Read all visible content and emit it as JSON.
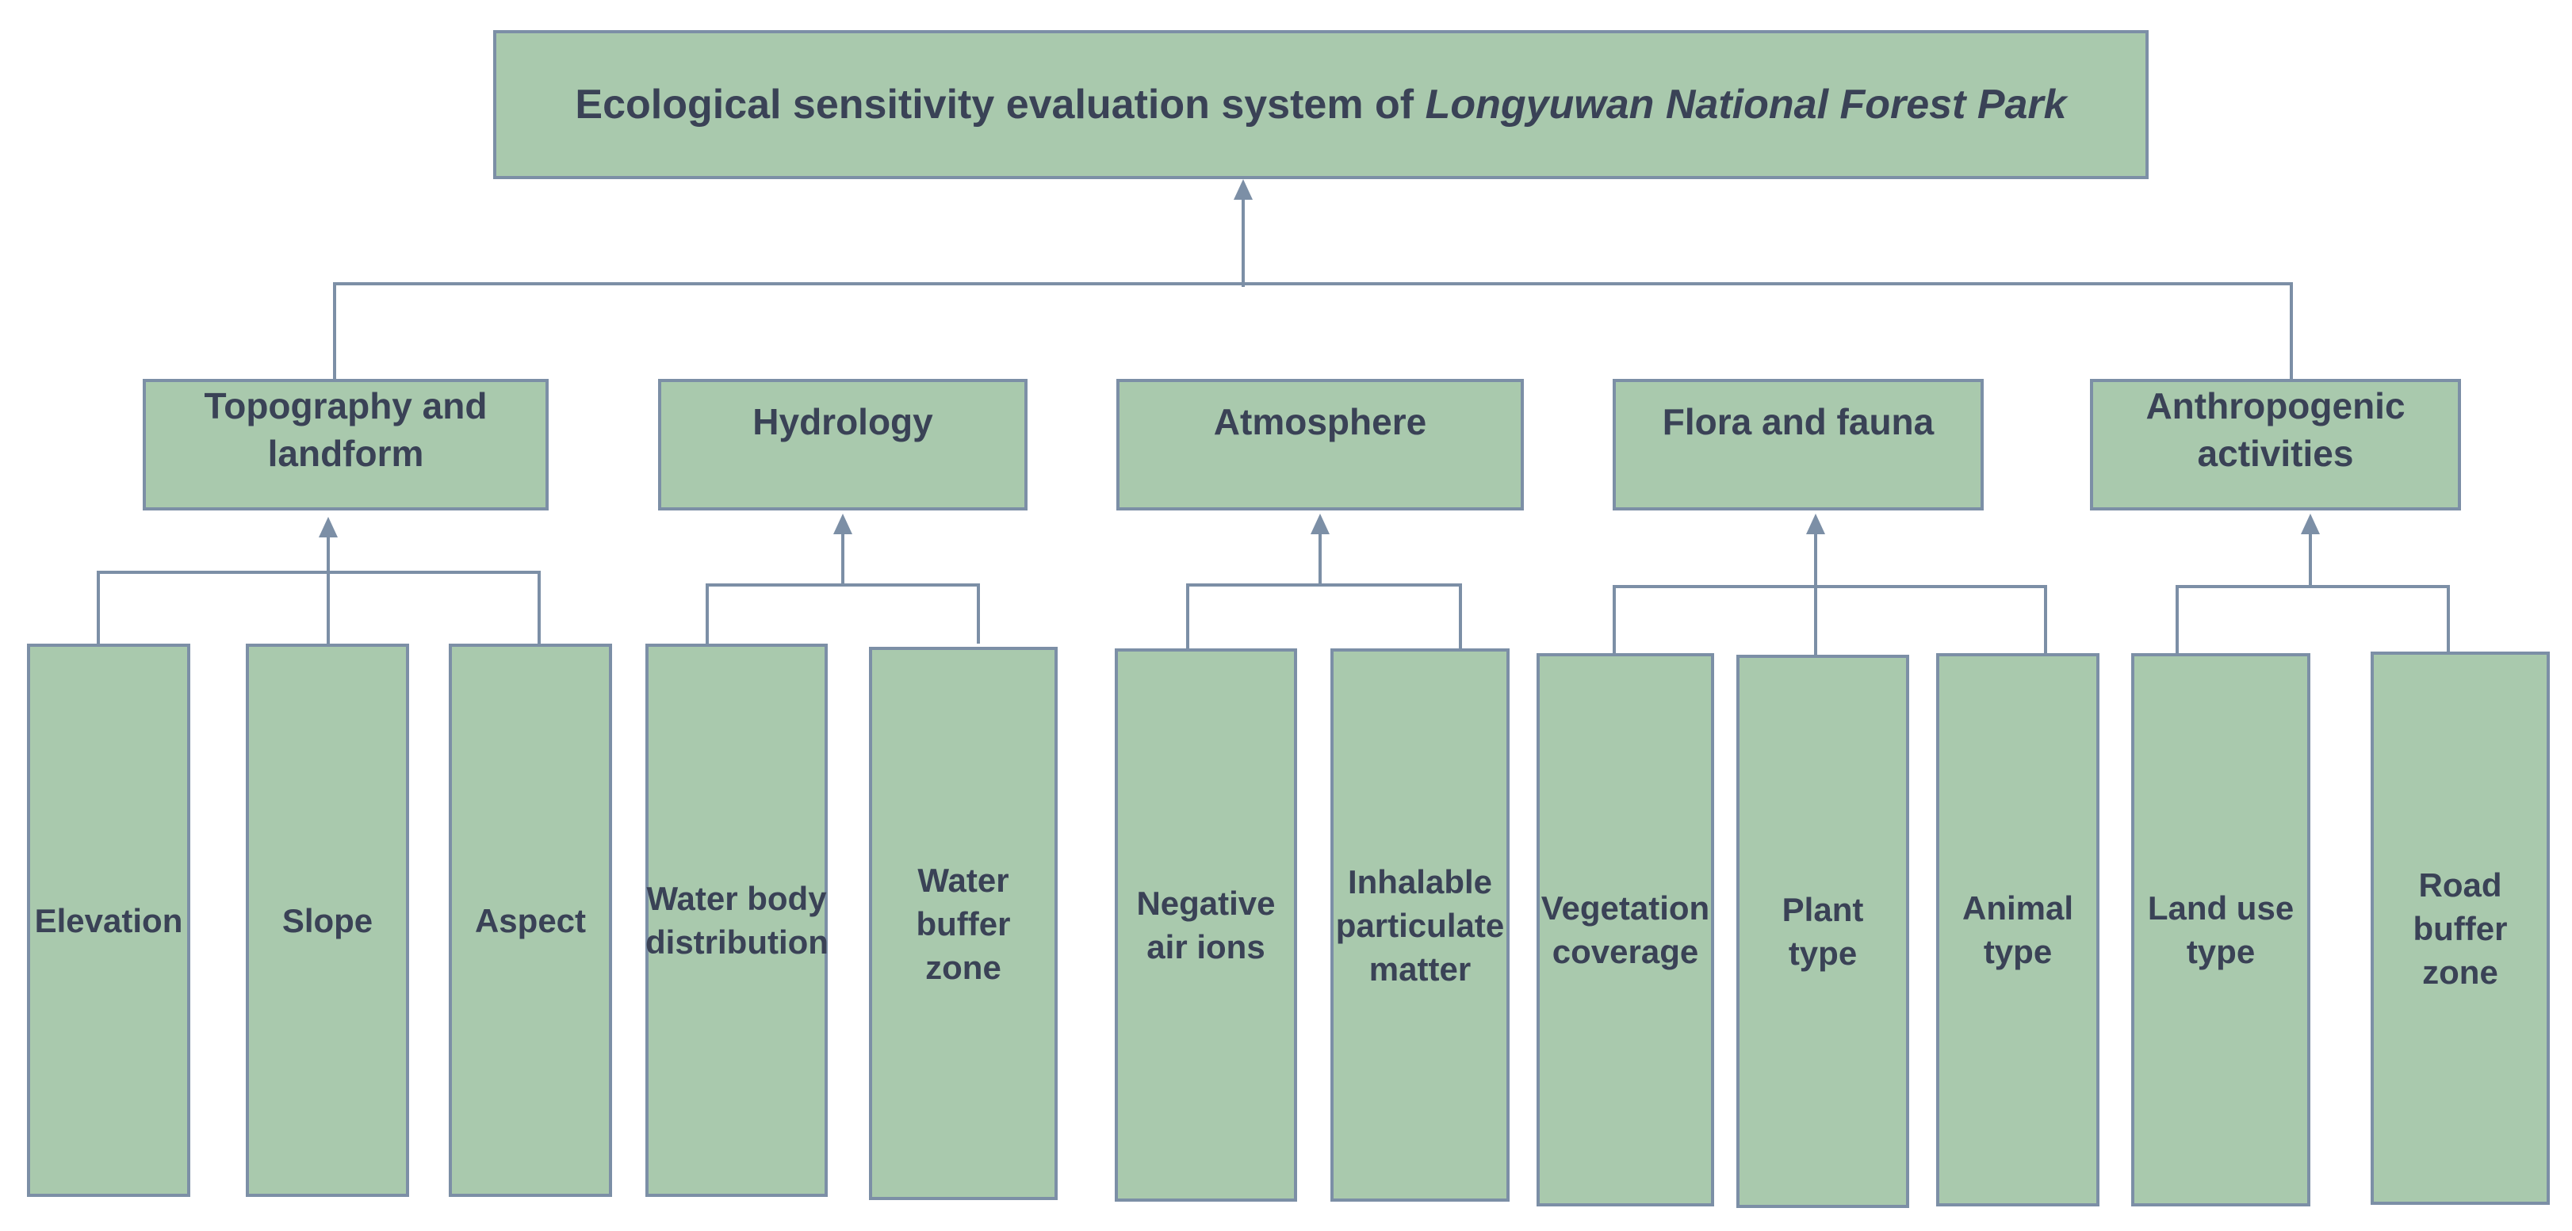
{
  "diagram": {
    "root": {
      "title": "Ecological sensitivity evaluation system of ",
      "title_italic": "Longyuwan National Forest Park"
    },
    "categories": [
      {
        "label": "Topography and landform",
        "indicators": [
          "Elevation",
          "Slope",
          "Aspect"
        ]
      },
      {
        "label": "Hydrology",
        "indicators": [
          "Water body distribution",
          "Water buffer zone"
        ]
      },
      {
        "label": "Atmosphere",
        "indicators": [
          "Negative air ions",
          "Inhalable particulate matter"
        ]
      },
      {
        "label": "Flora and fauna",
        "indicators": [
          "Vegetation coverage",
          "Plant type",
          "Animal type"
        ]
      },
      {
        "label": "Anthropogenic activities",
        "indicators": [
          "Land use type",
          "Road buffer zone"
        ]
      }
    ],
    "colors": {
      "box_fill": "#a9c9ad",
      "box_border": "#7c8fa6",
      "text": "#3a4256",
      "connector": "#7c8fa6"
    }
  }
}
